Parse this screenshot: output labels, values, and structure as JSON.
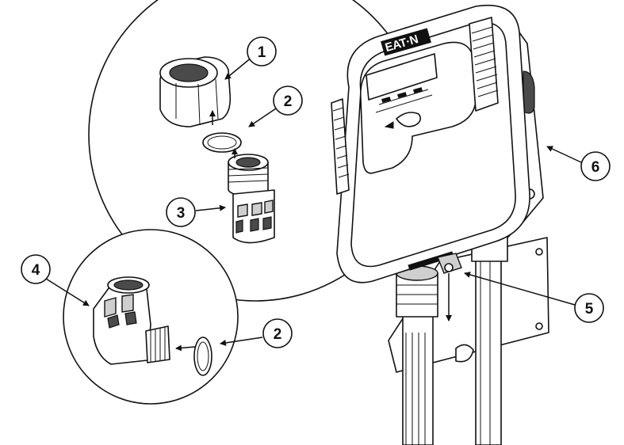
{
  "brand": {
    "logo_text": "EAT·N"
  },
  "callouts": [
    {
      "label": "1",
      "part": "connector nut"
    },
    {
      "label": "2",
      "part": "o-ring (straight)"
    },
    {
      "label": "3",
      "part": "straight conduit connector"
    },
    {
      "label": "4",
      "part": "90-degree conduit connector"
    },
    {
      "label": "2",
      "part": "o-ring (elbow)"
    },
    {
      "label": "5",
      "part": "bottom plug"
    },
    {
      "label": "6",
      "part": "enclosure side"
    }
  ],
  "colors": {
    "line": "#111111",
    "background": "#ffffff",
    "shade": "#cfcfcf",
    "dark": "#4a4a4a"
  }
}
